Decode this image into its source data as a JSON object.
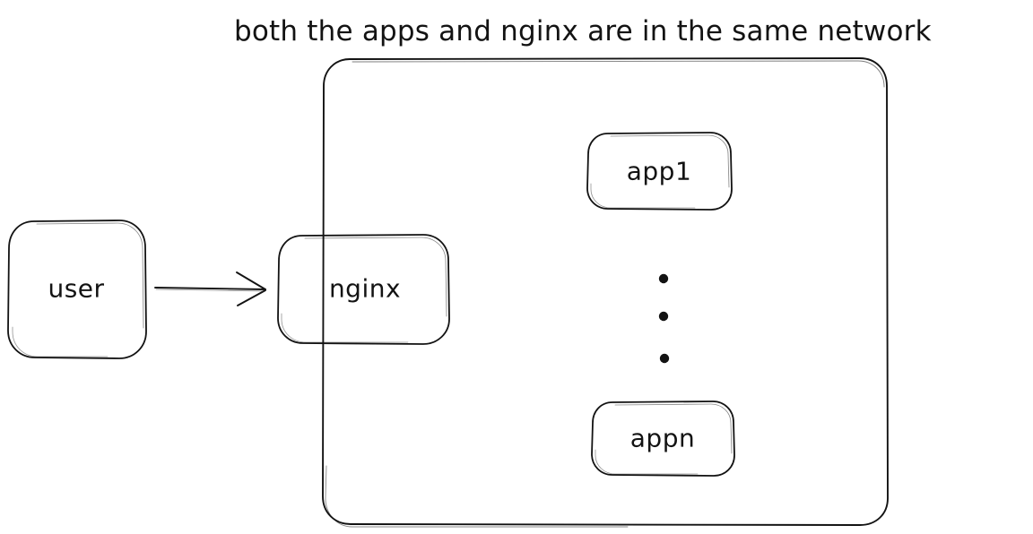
{
  "diagram": {
    "title": "both the apps and nginx are in the same network",
    "style": "hand-drawn",
    "stroke_color": "#131313",
    "background_color": "#ffffff",
    "nodes": [
      {
        "id": "user",
        "label": "user",
        "shape": "rounded-rect",
        "inside_network": false
      },
      {
        "id": "nginx",
        "label": "nginx",
        "shape": "rounded-rect",
        "inside_network": "straddles-boundary"
      },
      {
        "id": "app1",
        "label": "app1",
        "shape": "rounded-rect",
        "inside_network": true
      },
      {
        "id": "appn",
        "label": "appn",
        "shape": "rounded-rect",
        "inside_network": true
      }
    ],
    "container": {
      "id": "network",
      "label": "",
      "shape": "rounded-rect"
    },
    "edges": [
      {
        "from": "user",
        "to": "nginx",
        "arrow": "single",
        "label": ""
      }
    ],
    "ellipsis": {
      "orientation": "vertical",
      "dots": 3,
      "meaning": "more app instances"
    }
  }
}
